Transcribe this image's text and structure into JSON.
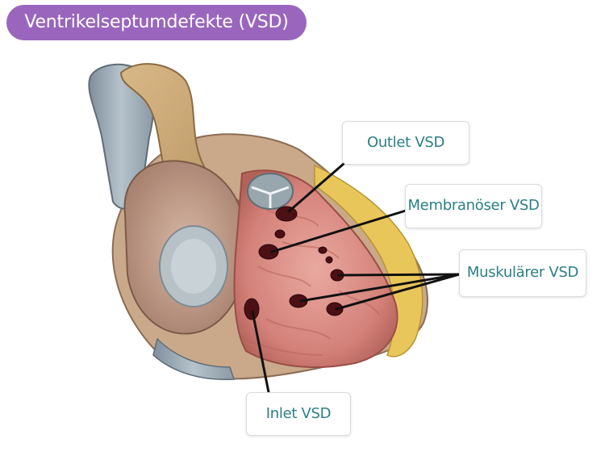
{
  "title": "Ventrikelseptumdefekte (VSD)",
  "labels": {
    "outlet": "Outlet VSD",
    "membranous": "Membranöser VSD",
    "muscular": "Muskulärer VSD",
    "inlet": "Inlet VSD"
  },
  "colors": {
    "title_bg": "#9a66bd",
    "label_text": "#2b7f86",
    "leader_line": "#111111"
  }
}
